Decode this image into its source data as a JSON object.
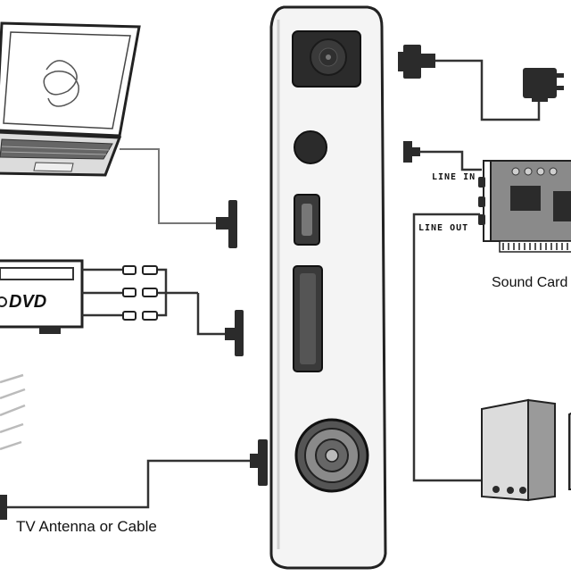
{
  "labels": {
    "antenna": "TV Antenna or Cable",
    "sound_card": "Sound Card",
    "line_in": "LINE IN",
    "line_out": "LINE OUT",
    "dvd": "DVD"
  },
  "colors": {
    "line": "#2a2a2a",
    "device_body": "#f4f4f4",
    "device_dark": "#2b2b2b",
    "pcb": "#8a8a8a"
  },
  "icons": [
    "laptop-icon",
    "dvd-player-icon",
    "antenna-icon",
    "power-adapter-icon",
    "sound-card-icon",
    "speaker-icon"
  ]
}
